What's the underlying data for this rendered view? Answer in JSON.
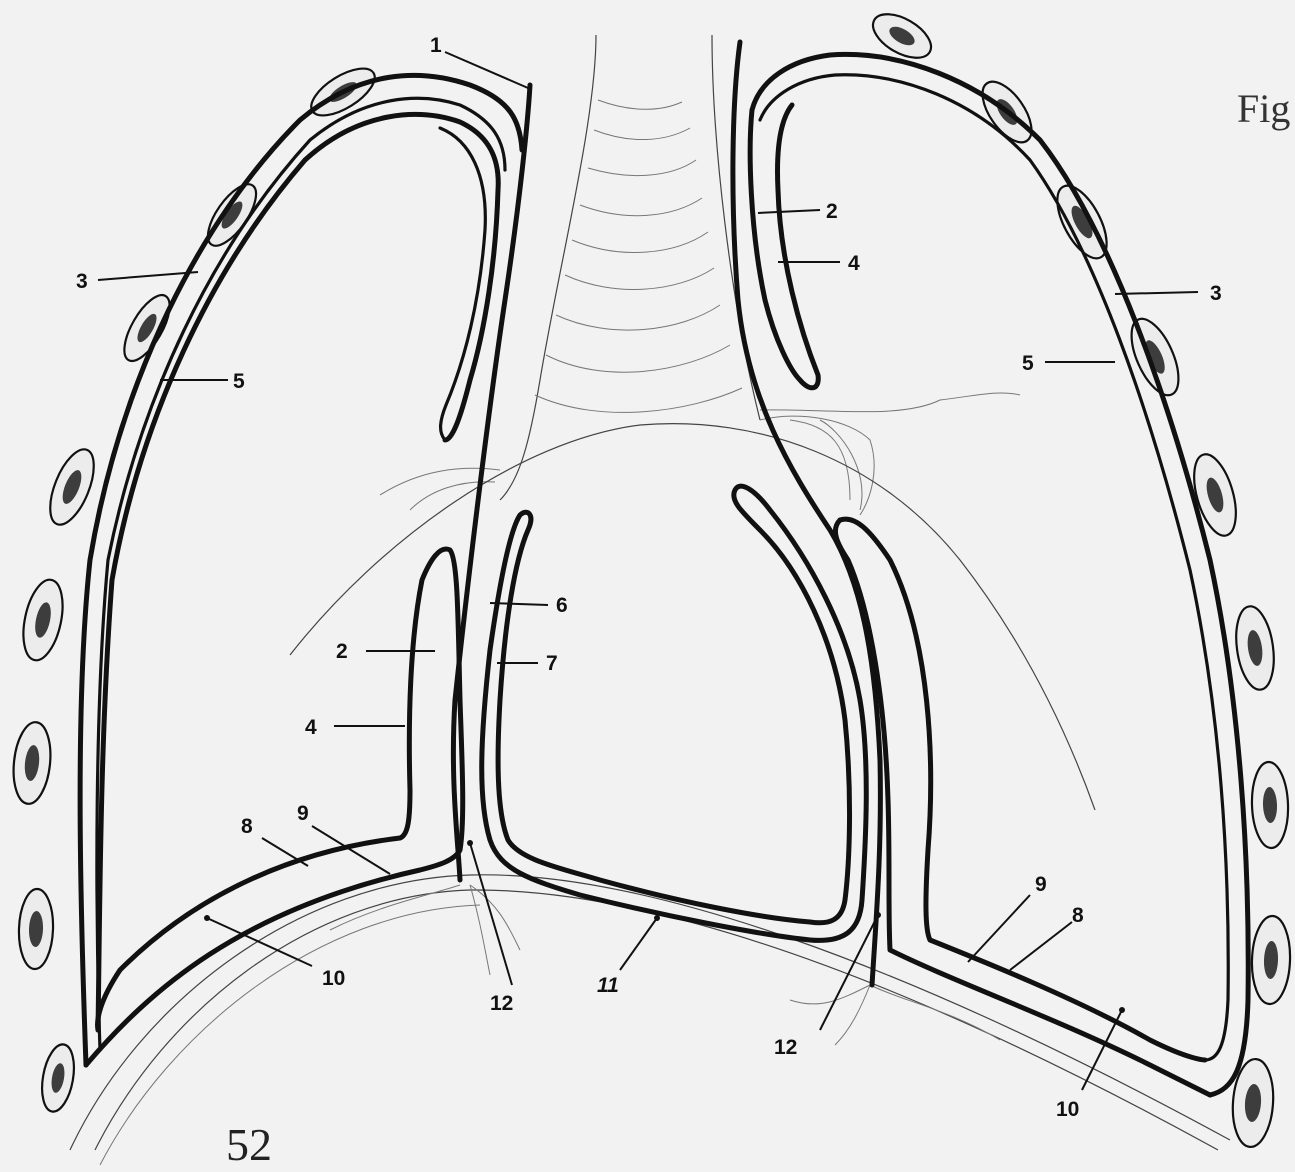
{
  "labels": {
    "l1": "1",
    "l2a": "2",
    "l4a": "4",
    "l3a": "3",
    "l5a": "5",
    "l3b": "3",
    "l5b": "5",
    "l2b": "2",
    "l4b": "4",
    "l6": "6",
    "l7": "7",
    "l8a": "8",
    "l9a": "9",
    "l10a": "10",
    "l12a": "12",
    "l11": "11",
    "l12b": "12",
    "l9b": "9",
    "l8b": "8",
    "l10b": "10"
  },
  "page_number": "52",
  "corner_text": "Fig"
}
